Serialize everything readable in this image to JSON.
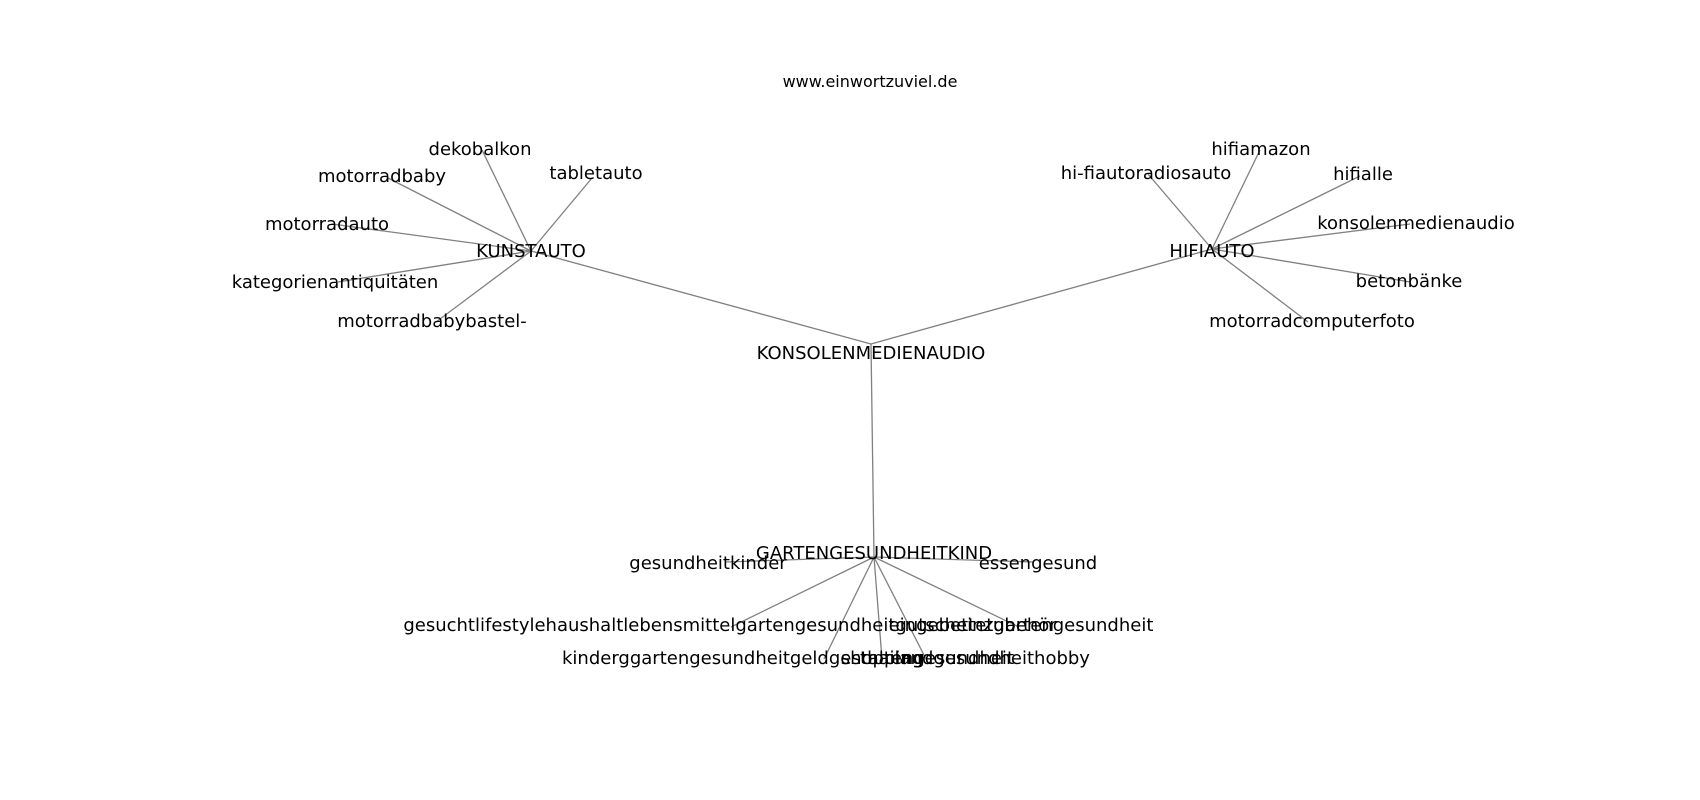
{
  "title": "www.einwortzuviel.de",
  "colors": {
    "edge": "#808080",
    "text": "#000000",
    "background": "#ffffff"
  },
  "graph": {
    "root": "KONSOLENMEDIENAUDIO",
    "hubs": [
      {
        "id": "kunstauto",
        "label": "KUNSTAUTO",
        "leaves": [
          {
            "id": "dekobalkon",
            "label": "dekobalkon"
          },
          {
            "id": "motorradbaby",
            "label": "motorradbaby"
          },
          {
            "id": "tabletauto",
            "label": "tabletauto"
          },
          {
            "id": "motorradauto",
            "label": "motorradauto"
          },
          {
            "id": "kategorienantiquitaeten",
            "label": "kategorienantiquitäten"
          },
          {
            "id": "motorradbabybastel",
            "label": "motorradbabybastel-"
          }
        ]
      },
      {
        "id": "hifiauto",
        "label": "HIFIAUTO",
        "leaves": [
          {
            "id": "hifiamazon",
            "label": "hifiamazon"
          },
          {
            "id": "hi-fiautoradiosauto",
            "label": "hi-fiautoradiosauto"
          },
          {
            "id": "hifialle",
            "label": "hifialle"
          },
          {
            "id": "konsolenmedienaudio",
            "label": "konsolenmedienaudio"
          },
          {
            "id": "betonbaenke",
            "label": "betonbänke"
          },
          {
            "id": "motorradcomputerfoto",
            "label": "motorradcomputerfoto"
          }
        ]
      },
      {
        "id": "gartengesundheitkind",
        "label": "GARTENGESUNDHEITKIND",
        "leaves": [
          {
            "id": "gesundheitkinder",
            "label": "gesundheitkinder"
          },
          {
            "id": "essengesund",
            "label": "essengesund"
          },
          {
            "id": "gesuchtlifestyle",
            "label": "gesuchtlifestylehaushaltlebensmittelgartengesundheitgutscheinzubehör"
          },
          {
            "id": "eingebettetgarten",
            "label": "eingebettetgartengesundheit"
          },
          {
            "id": "kinderggarten",
            "label": "kinderggartengesundheitgeldgestaltengesundheit"
          },
          {
            "id": "thailandgesundheit",
            "label": "thailandgesundheithobby"
          },
          {
            "id": "shopping",
            "label": "shopping"
          }
        ]
      }
    ]
  }
}
